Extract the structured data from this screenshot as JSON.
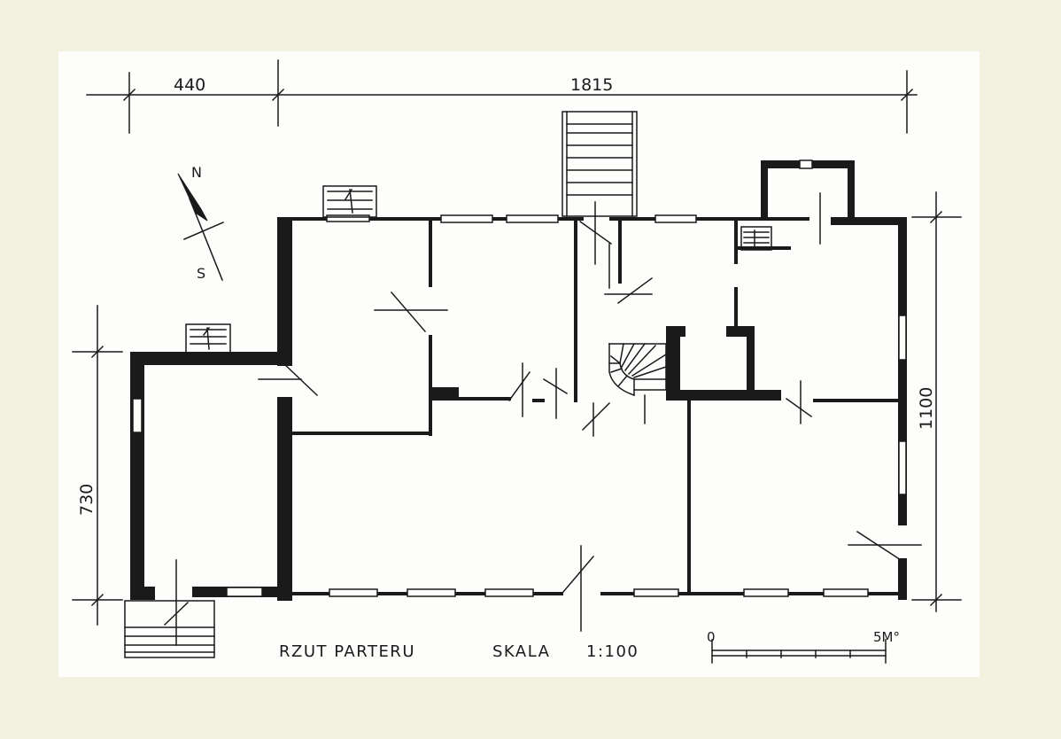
{
  "dimensions": {
    "top_left": "440",
    "top_right": "1815",
    "right": "1100",
    "left": "730"
  },
  "compass": {
    "north": "N",
    "south": "S"
  },
  "caption": {
    "title": "RZUT PARTERU",
    "scale_label": "SKALA",
    "scale_ratio": "1:100"
  },
  "scale_bar": {
    "start": "0",
    "end": "5M°"
  },
  "colors": {
    "paper": "#f3f1e0",
    "sheet": "#fdfdfb",
    "ink": "#1a1a1a"
  }
}
